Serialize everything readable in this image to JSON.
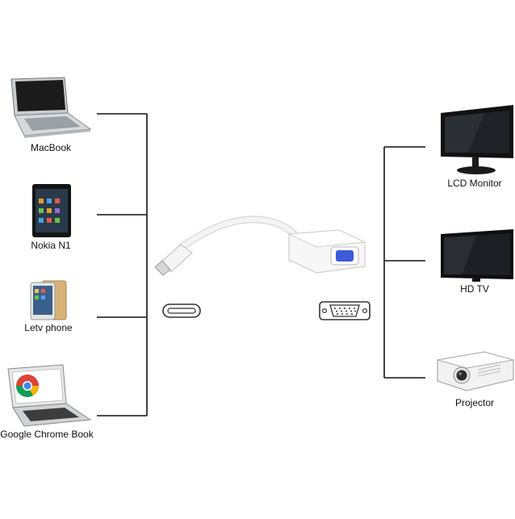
{
  "sources": [
    {
      "label": "MacBook",
      "icon": "macbook-laptop-icon"
    },
    {
      "label": "Nokia N1",
      "icon": "tablet-icon"
    },
    {
      "label": "Letv phone",
      "icon": "smartphone-icon"
    },
    {
      "label": "Google Chrome Book",
      "icon": "chromebook-laptop-icon"
    }
  ],
  "targets": [
    {
      "label": "LCD Monitor",
      "icon": "monitor-icon"
    },
    {
      "label": "HD TV",
      "icon": "tv-icon"
    },
    {
      "label": "Projector",
      "icon": "projector-icon"
    }
  ],
  "adapter": {
    "input_port": "usb-c-port-icon",
    "output_port": "vga-port-icon",
    "icon": "usb-c-to-vga-adapter-icon"
  },
  "colors": {
    "line": "#111111",
    "device_dark": "#1a1a1a",
    "laptop_silver": "#cfd3d6",
    "vga_blue": "#3b5bd9",
    "adapter_white": "#f7f7f7"
  }
}
